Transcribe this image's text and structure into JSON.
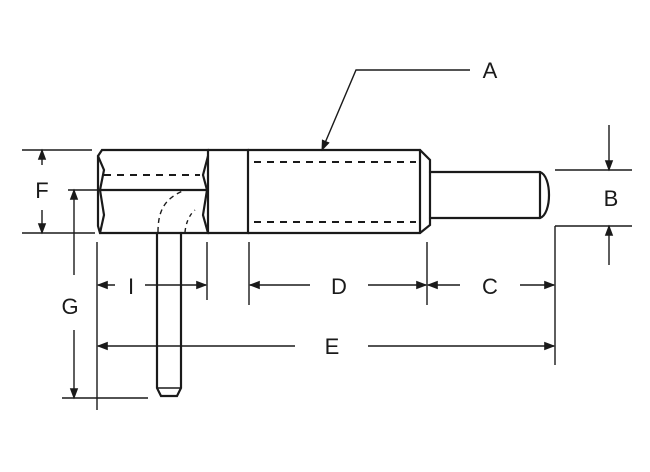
{
  "labels": {
    "A": "A",
    "B": "B",
    "C": "C",
    "D": "D",
    "E": "E",
    "F": "F",
    "G": "G",
    "I": "I"
  },
  "colors": {
    "ink": "#1a1a1a",
    "background": "#ffffff"
  }
}
